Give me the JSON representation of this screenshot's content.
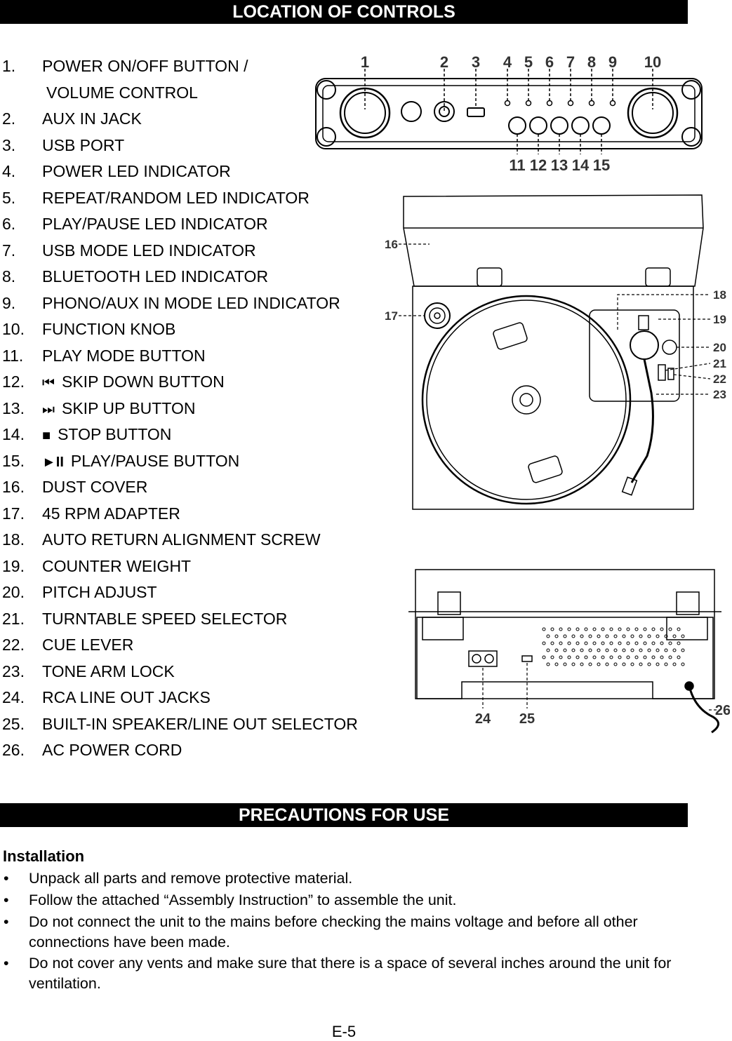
{
  "section1_title": "LOCATION OF CONTROLS",
  "controls": [
    {
      "num": "1.",
      "label": "POWER ON/OFF BUTTON /"
    },
    {
      "num": "",
      "label": "VOLUME CONTROL"
    },
    {
      "num": "2.",
      "label": "AUX IN JACK"
    },
    {
      "num": "3.",
      "label": "USB PORT"
    },
    {
      "num": "4.",
      "label": "POWER LED INDICATOR"
    },
    {
      "num": "5.",
      "label": "REPEAT/RANDOM LED INDICATOR"
    },
    {
      "num": "6.",
      "label": "PLAY/PAUSE LED INDICATOR"
    },
    {
      "num": "7.",
      "label": "USB MODE LED INDICATOR"
    },
    {
      "num": "8.",
      "label": "BLUETOOTH LED INDICATOR"
    },
    {
      "num": "9.",
      "label": "PHONO/AUX IN MODE LED INDICATOR"
    },
    {
      "num": "10.",
      "label": "FUNCTION KNOB"
    },
    {
      "num": "11.",
      "label": "PLAY MODE BUTTON"
    },
    {
      "num": "12.",
      "glyph": "⏮",
      "label": "SKIP DOWN BUTTON"
    },
    {
      "num": "13.",
      "glyph": "⏭",
      "label": "SKIP UP BUTTON"
    },
    {
      "num": "14.",
      "glyph": "■",
      "label": "STOP BUTTON"
    },
    {
      "num": "15.",
      "glyph": "►II",
      "label": "PLAY/PAUSE BUTTON"
    },
    {
      "num": "16.",
      "label": "DUST COVER"
    },
    {
      "num": "17.",
      "label": "45 RPM ADAPTER"
    },
    {
      "num": "18.",
      "label": "AUTO RETURN ALIGNMENT SCREW"
    },
    {
      "num": "19.",
      "label": "COUNTER WEIGHT"
    },
    {
      "num": "20.",
      "label": "PITCH ADJUST"
    },
    {
      "num": "21.",
      "label": "TURNTABLE SPEED SELECTOR"
    },
    {
      "num": "22.",
      "label": "CUE LEVER"
    },
    {
      "num": "23.",
      "label": "TONE ARM LOCK"
    },
    {
      "num": "24.",
      "label": "RCA LINE OUT JACKS"
    },
    {
      "num": "25.",
      "label": "BUILT-IN SPEAKER/LINE OUT SELECTOR"
    },
    {
      "num": "26.",
      "label": "AC POWER CORD"
    }
  ],
  "diagram_callouts": {
    "front_top": [
      "1",
      "2",
      "3",
      "4",
      "5",
      "6",
      "7",
      "8",
      "9",
      "10"
    ],
    "front_bottom": [
      "11",
      "12",
      "13",
      "14",
      "15"
    ],
    "top_view": [
      "16",
      "17",
      "18",
      "19",
      "20",
      "21",
      "22",
      "23"
    ],
    "rear_view": [
      "24",
      "25",
      "26"
    ]
  },
  "section2_title": "PRECAUTIONS FOR USE",
  "installation_heading": "Installation",
  "installation_bullets": [
    "Unpack all parts and remove protective material.",
    "Follow the attached “Assembly Instruction” to assemble the unit.",
    "Do not connect the unit to the mains before checking the mains voltage and before all other connections have been made.",
    "Do not cover any vents and make sure that there is a space of several inches around the unit for ventilation."
  ],
  "bullet_symbol": "•",
  "page_number": "E-5"
}
